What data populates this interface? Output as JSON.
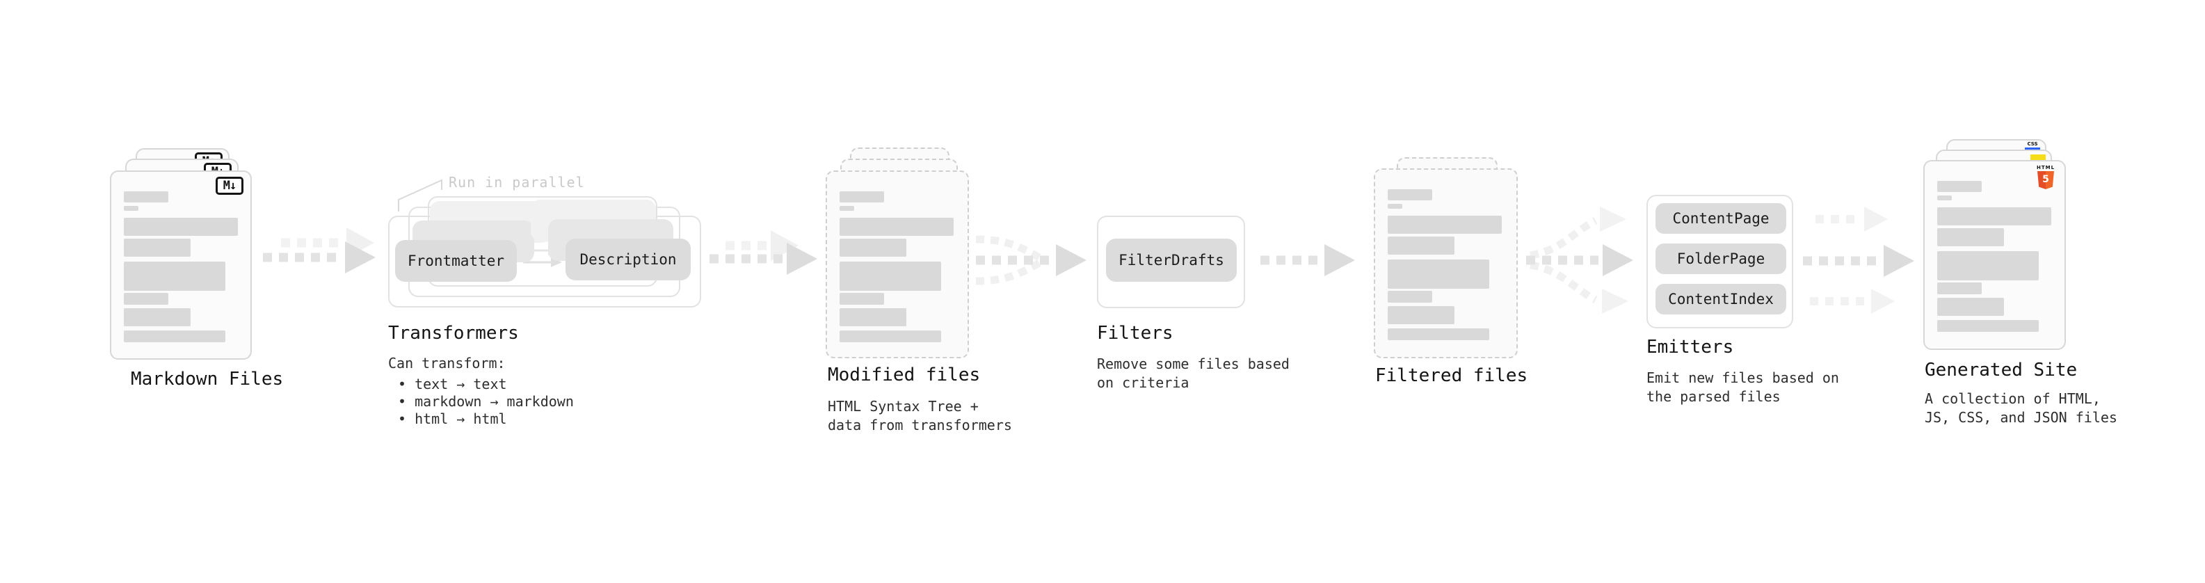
{
  "diagram": {
    "stages": {
      "markdown": {
        "title": "Markdown Files",
        "badge": "M↓"
      },
      "transformers": {
        "annotation": "Run in parallel",
        "pills": [
          "Frontmatter",
          "Description"
        ],
        "title": "Transformers",
        "note_heading": "Can transform:",
        "bullets": [
          "• text → text",
          "• markdown → markdown",
          "• html → html"
        ]
      },
      "modified": {
        "title": "Modified files",
        "subtitle_lines": [
          "HTML Syntax Tree +",
          "data from transformers"
        ]
      },
      "filters": {
        "title": "Filters",
        "pills": [
          "FilterDrafts"
        ],
        "subtitle_lines": [
          "Remove some files based",
          "on criteria"
        ]
      },
      "filtered": {
        "title": "Filtered files"
      },
      "emitters": {
        "title": "Emitters",
        "pills": [
          "ContentPage",
          "FolderPage",
          "ContentIndex"
        ],
        "subtitle_lines": [
          "Emit new files based on",
          "the parsed files"
        ]
      },
      "generated": {
        "title": "Generated Site",
        "subtitle_lines": [
          "A collection of HTML,",
          "JS, CSS, and JSON files"
        ],
        "file_badges": {
          "html_label": "HTML",
          "html_number": "5",
          "css_label": "CSS"
        }
      }
    },
    "connections": [
      {
        "from": "Markdown Files",
        "to": "Transformers"
      },
      {
        "from": "Transformers",
        "to": "Modified files"
      },
      {
        "from": "Modified files",
        "to": "Filters"
      },
      {
        "from": "Filters",
        "to": "Filtered files"
      },
      {
        "from": "Filtered files",
        "to": "Emitters"
      },
      {
        "from": "Emitters",
        "to": "Generated Site"
      }
    ],
    "colors": {
      "html5_orange": "#e44d26",
      "html5_orange_light": "#f16529",
      "js_yellow": "#f5de19",
      "css_blue": "#2b62f6",
      "pill_gray": "#dcdcdc",
      "bar_gray": "#d9d9d9",
      "annotation_gray": "#c9c9c9"
    }
  }
}
